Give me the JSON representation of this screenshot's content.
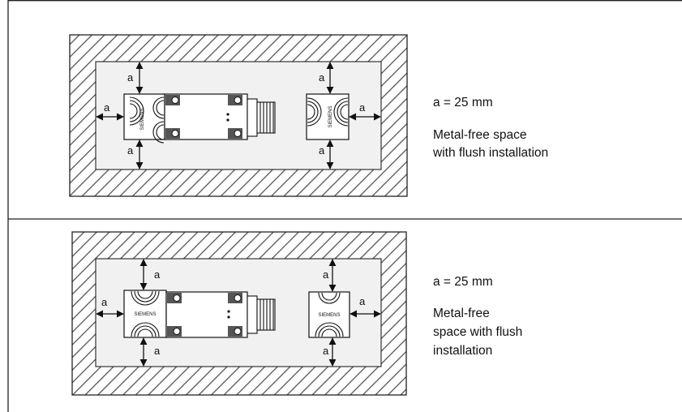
{
  "brand": "SIEMENS",
  "dimension_label": "a",
  "figures": [
    {
      "spec": "a = 25 mm",
      "caption_lines": [
        "Metal-free space",
        "with flush installation"
      ]
    },
    {
      "spec": "a = 25 mm",
      "caption_lines": [
        "Metal-free",
        "space with flush",
        "installation"
      ]
    }
  ],
  "colors": {
    "hatch": "#555555",
    "clearance_area": "#f1f1f1",
    "ink": "#111111"
  }
}
